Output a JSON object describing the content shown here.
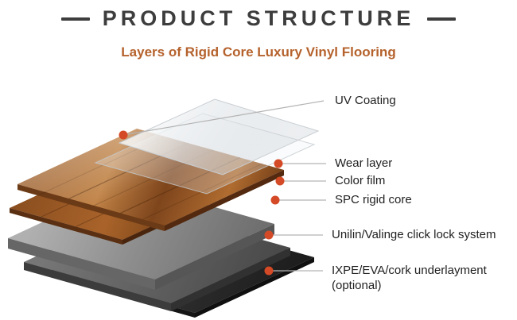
{
  "header": {
    "title": "PRODUCT STRUCTURE",
    "subtitle": "Layers of Rigid Core Luxury Vinyl Flooring"
  },
  "colors": {
    "title_color": "#3d3d3d",
    "subtitle_color": "#b5622c",
    "dot": "#d44a26",
    "leader_line": "#b3b3b3",
    "wood": "#a9632a",
    "spc_core_gray": "#8d8d8d",
    "underlayment_black": "#2b2b2b"
  },
  "diagram": {
    "layers": [
      {
        "id": "uv-coating",
        "label": "UV Coating"
      },
      {
        "id": "wear-layer",
        "label": "Wear layer"
      },
      {
        "id": "color-film",
        "label": "Color film"
      },
      {
        "id": "spc-rigid-core",
        "label": "SPC rigid core"
      },
      {
        "id": "click-lock-system",
        "label": "Unilin/Valinge click lock system"
      },
      {
        "id": "underlayment",
        "label": "IXPE/EVA/cork underlayment",
        "note": "(optional)"
      }
    ]
  }
}
